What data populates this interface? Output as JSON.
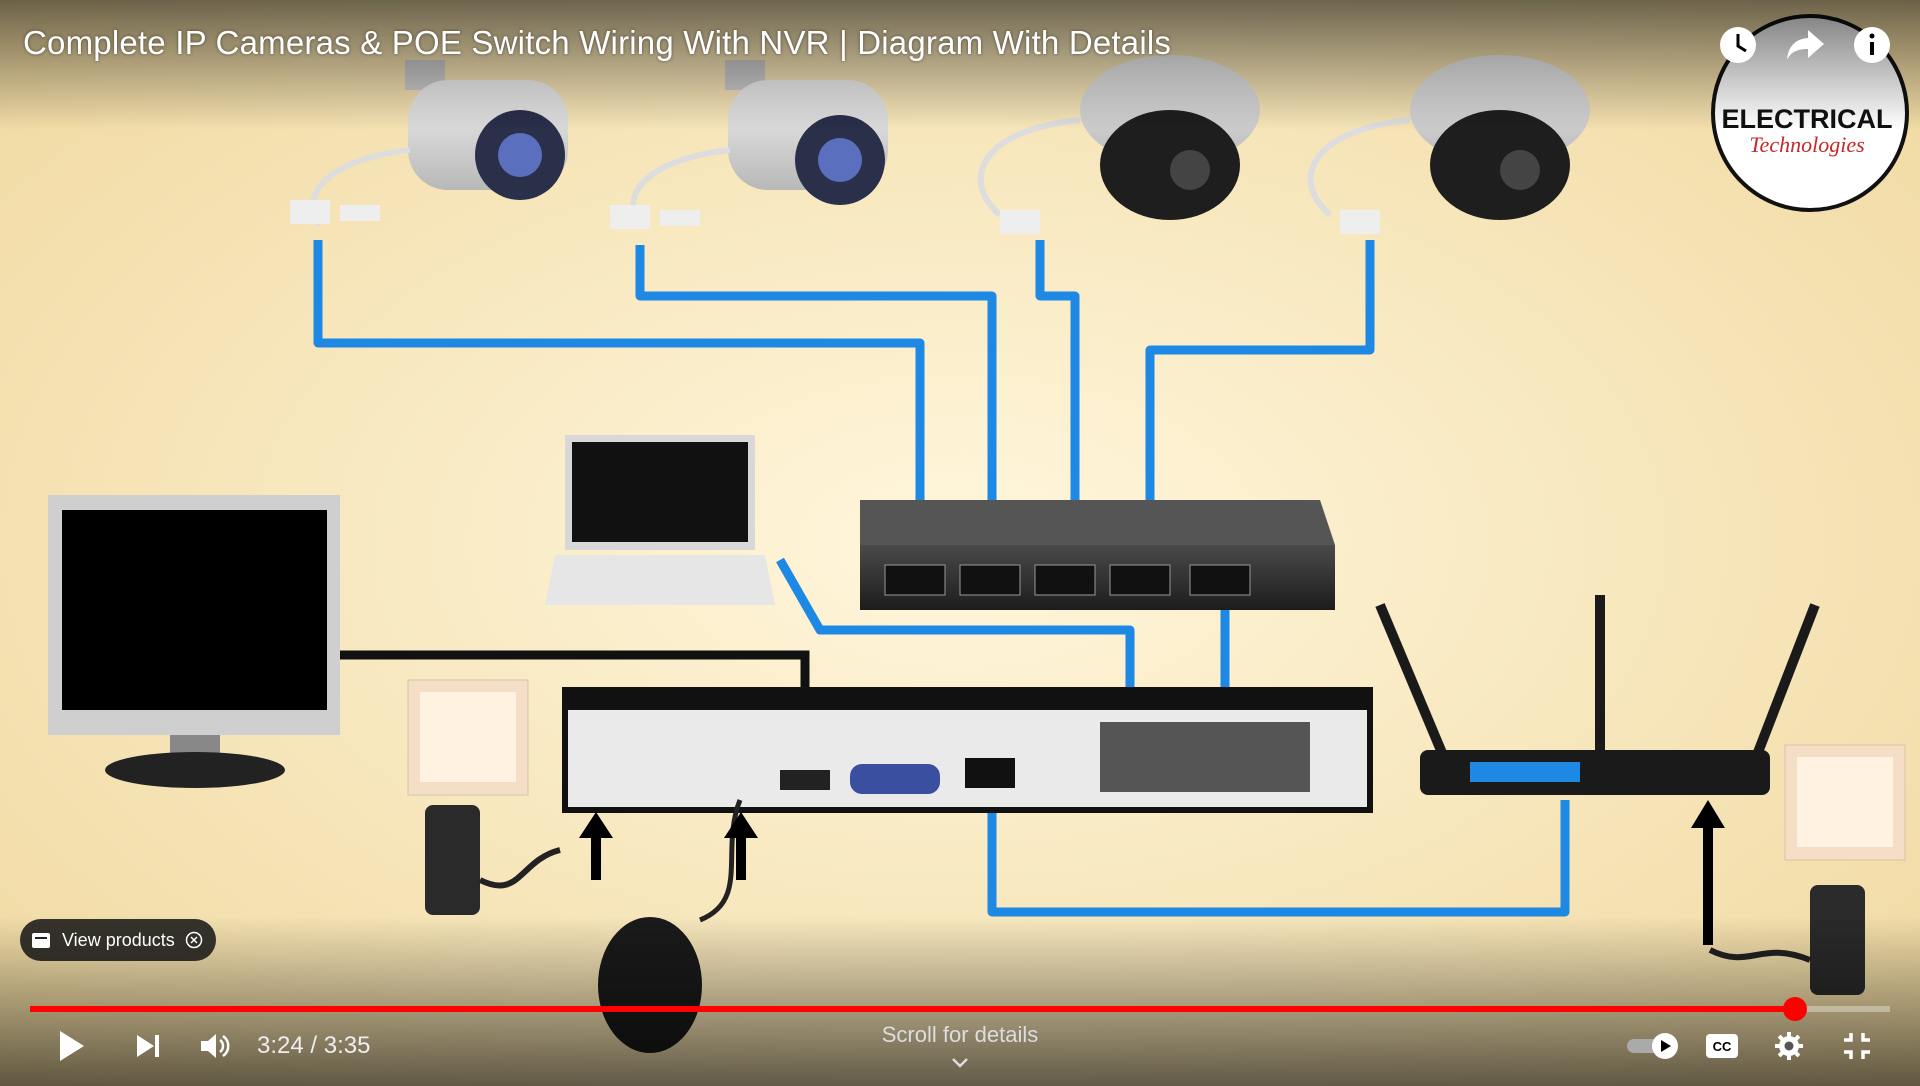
{
  "video": {
    "title": "Complete IP Cameras & POE Switch Wiring With NVR | Diagram With Details",
    "logo_text_line1": "ELECTRICAL",
    "logo_text_line2": "Technologies"
  },
  "top_actions": {
    "icons": [
      "watch-later-icon",
      "share-icon",
      "info-icon"
    ]
  },
  "view_products": {
    "label": "View products"
  },
  "controls": {
    "current_time": "3:24",
    "separator": " / ",
    "duration": "3:35",
    "progress_fraction": 0.949,
    "scroll_hint": "Scroll for details",
    "icons": [
      "play-icon",
      "next-icon",
      "volume-icon",
      "autoplay-toggle-icon",
      "captions-icon",
      "settings-icon",
      "exit-fullscreen-icon"
    ]
  },
  "colors": {
    "accent": "#ff0000",
    "cable_blue": "#1e88e5",
    "background": "#f5e6b8"
  }
}
